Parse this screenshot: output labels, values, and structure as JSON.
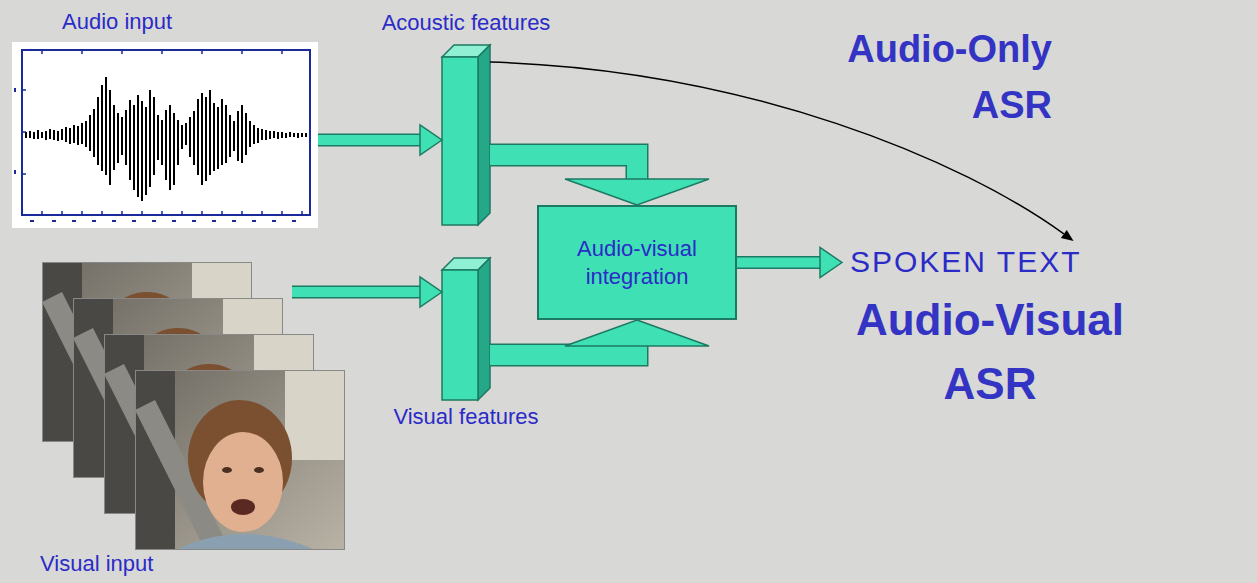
{
  "diagram": {
    "nodes": [
      {
        "text": [
          "Audio input"
        ]
      },
      {
        "text": [
          "Acoustic features"
        ]
      },
      {
        "text": [
          "Visual input"
        ]
      },
      {
        "text": [
          "Visual features"
        ]
      },
      {
        "text": [
          "Audio-visual integration"
        ]
      },
      {
        "text": [
          "SPOKEN TEXT"
        ]
      }
    ],
    "edges": [
      {
        "from": 0,
        "to": 1,
        "arrow": "to"
      },
      {
        "from": 2,
        "to": 3,
        "arrow": "to"
      },
      {
        "from": 1,
        "to": 4,
        "arrow": "to"
      },
      {
        "from": 3,
        "to": 4,
        "arrow": "to"
      },
      {
        "from": 4,
        "to": 5,
        "arrow": "to"
      },
      {
        "from": 1,
        "to": 5,
        "arrow": "to"
      }
    ],
    "labels": [
      "Audio-Only ASR",
      "Audio-Visual ASR"
    ]
  }
}
